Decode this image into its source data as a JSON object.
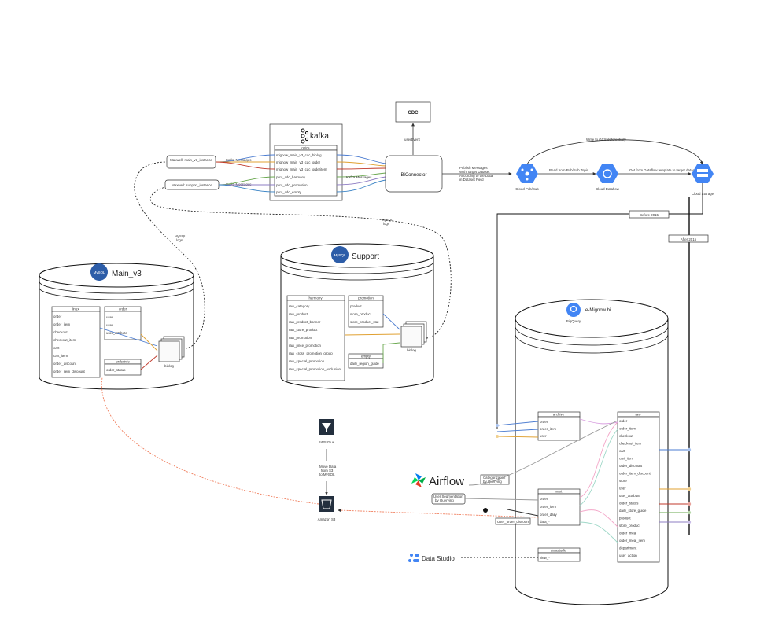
{
  "kafka": {
    "logo_label": "kafka",
    "topics_header": "topics",
    "topics": [
      "mignow_main_v3_cdc_binlog",
      "mignow_main_v3_cdc_order",
      "mignow_main_v3_cdc_orderitem",
      "prcs_cdc_harmony",
      "prcs_cdc_promotion",
      "prcs_cdc_empty"
    ]
  },
  "maxwell": {
    "main": "Maxwell: main_v3_instance",
    "support": "Maxwell: support_instance",
    "kafka_msg_1": "Kafka Messages",
    "kafka_msg_2": "Kafka Messages"
  },
  "cdc_label": "CDC",
  "user_event_label": "userEvent",
  "bi_connector": "BiConnector",
  "kafka_msg_bi": "Kafka Messages",
  "mysql_logs_1": "MySQL logs",
  "mysql_logs_2": "MySQL logs",
  "pubsub_note": "Publish Messages With Target Dataset According to the Data in Dataset Field",
  "gcp": {
    "pubsub": "Cloud Pub/Sub",
    "pubsub_push": "Read from Pub/Sub Topic",
    "dataflow": "Cloud Dataflow",
    "dataflow_note": "Get from Dataflow template to target datasets",
    "storage": "Cloud Storage",
    "write_gcs": "Write to GCS deferentially",
    "before_2015": "Before 2015",
    "after_2015": "After 2015"
  },
  "main_v3": {
    "title": "Main_v3",
    "mysql_badge": "MySQL",
    "binlog": "binlog",
    "tables": {
      "linux": {
        "header": "linux",
        "rows": [
          "order",
          "order_item",
          "checkout",
          "checkout_item",
          "cart",
          "cart_item",
          "order_discount",
          "order_item_discount"
        ]
      },
      "order": {
        "header": "order",
        "rows": [
          "user",
          "user",
          "user_attribute"
        ]
      },
      "orderinfo": {
        "header": "orderinfo",
        "rows": [
          "order_status"
        ]
      }
    }
  },
  "support": {
    "title": "Support",
    "mysql_badge": "MySQL",
    "binlog": "binlog",
    "tables": {
      "harmony": {
        "header": "harmony",
        "rows": [
          "raw_category",
          "raw_product",
          "raw_product_banner",
          "raw_store_product",
          "raw_promotion",
          "raw_price_promotion",
          "raw_cross_promotion_group",
          "raw_special_promotion",
          "raw_special_promotion_exclusion"
        ]
      },
      "promotion": {
        "header": "promotion",
        "rows": [
          "product",
          "store_product",
          "store_product_stat"
        ]
      },
      "empty": {
        "header": "empty",
        "rows": [
          "daily_region_guide"
        ]
      }
    }
  },
  "bigquery": {
    "title": "e-Mignow bi",
    "subtitle": "BigQuery",
    "tables": {
      "archive": {
        "header": "archive",
        "rows": [
          "order",
          "order_item",
          "user"
        ]
      },
      "raw": {
        "header": "raw",
        "rows": [
          "order",
          "order_item",
          "checkout",
          "checkout_item",
          "cart",
          "cart_item",
          "order_discount",
          "order_item_discount",
          "store",
          "user",
          "user_attribute",
          "order_status",
          "daily_store_guide",
          "product",
          "store_product",
          "order_meal",
          "order_meal_item",
          "department",
          "user_action"
        ]
      },
      "mart": {
        "header": "mart",
        "rows": [
          "order",
          "order_item",
          "order_daily",
          "data_*"
        ]
      },
      "tableau": {
        "header": "datastudio",
        "rows": [
          "view_*"
        ]
      }
    }
  },
  "airflow": {
    "label": "Airflow",
    "note1": "Categorization by Querying",
    "note2": "User Segmentation by Querying",
    "note3": "User_order_discount"
  },
  "aws": {
    "glue": "AWS Glue",
    "glue_note": "Move Data from S3 to MySQL",
    "s3": "Amazon S3"
  },
  "data_studio": "Data Studio"
}
